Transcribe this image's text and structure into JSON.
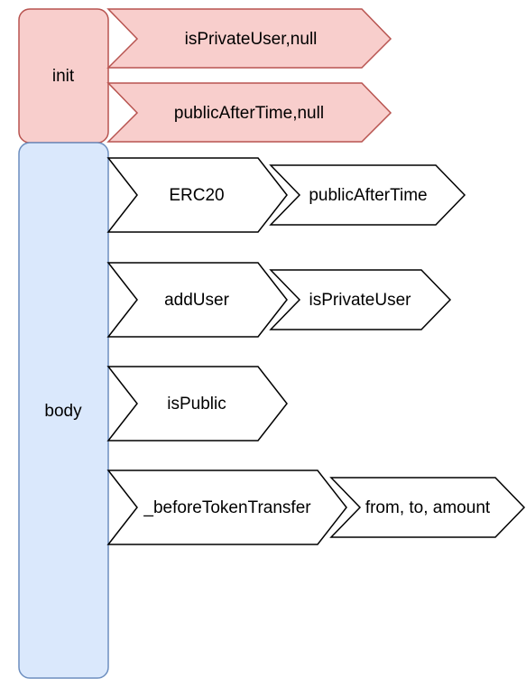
{
  "lanes": {
    "init": {
      "label": "init",
      "fill": "#f8cecc",
      "stroke": "#b85450"
    },
    "body": {
      "label": "body",
      "fill": "#dae8fc",
      "stroke": "#6c8ebf"
    }
  },
  "init_steps": [
    {
      "label": "isPrivateUser,null"
    },
    {
      "label": "publicAfterTime,null"
    }
  ],
  "body_rows": [
    {
      "function": "ERC20",
      "argument": "publicAfterTime"
    },
    {
      "function": "addUser",
      "argument": "isPrivateUser"
    },
    {
      "function": "isPublic"
    },
    {
      "function": "_beforeTokenTransfer",
      "argument": "from, to, amount"
    }
  ]
}
